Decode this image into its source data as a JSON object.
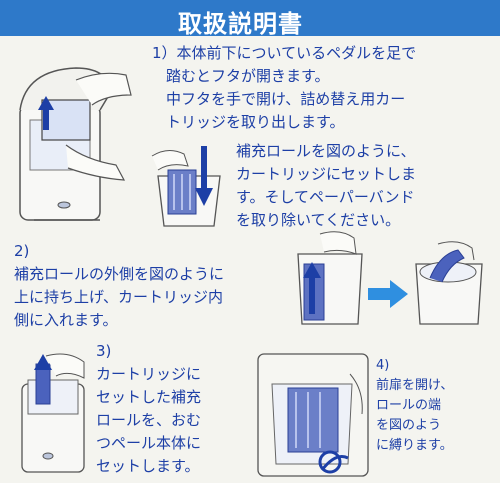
{
  "header": {
    "title": "取扱説明書"
  },
  "step1": {
    "lines": [
      "1）本体前下についているペダルを足で",
      "踏むとフタが開きます。",
      "中フタを手で開け、詰め替え用カー",
      "トリッジを取り出します。"
    ],
    "sub_lines": [
      "補充ロールを図のように、",
      "カートリッジにセットしま",
      "す。そしてペーパーバンド",
      "を取り除いてください。"
    ]
  },
  "step2": {
    "lines": [
      "2)",
      "補充ロールの外側を図のように",
      "上に持ち上げ、カートリッジ内",
      "側に入れます。"
    ]
  },
  "step3": {
    "lines": [
      "3)",
      "カートリッジに",
      "セットした補充",
      "ロールを、おむ",
      "つペール本体に",
      "セットします。"
    ]
  },
  "step4": {
    "lines": [
      "4)",
      "前扉を開け、",
      "ロールの端",
      "を図のよう",
      "に縛ります。"
    ]
  },
  "colors": {
    "header": "#2e79c9",
    "text": "#1d3fa6",
    "accent": "#2f8fe0",
    "roll": "#3a4fb0"
  }
}
